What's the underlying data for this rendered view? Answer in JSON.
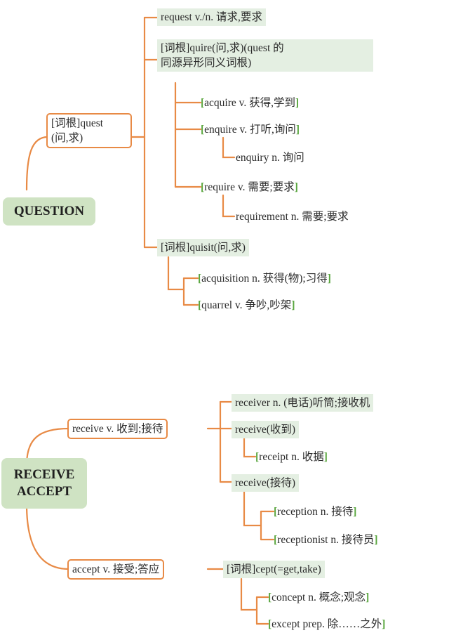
{
  "question": {
    "root": "QUESTION",
    "main": {
      "line1": "[词根]quest",
      "line2": "(问,求)"
    },
    "request": "request v./n. 请求,要求",
    "quire": {
      "line1": "[词根]quire(问,求)(quest 的",
      "line2": "同源异形同义词根)"
    },
    "acquire": "acquire v. 获得,学到",
    "enquire": "enquire v. 打听,询问",
    "enquiry": "enquiry n. 询问",
    "require": "require v. 需要;要求",
    "requirement": "requirement n. 需要;要求",
    "quisit": "[词根]quisit(问,求)",
    "acquisition": "acquisition n. 获得(物);习得",
    "quarrel": "quarrel v. 争吵,吵架"
  },
  "receive": {
    "root": {
      "line1": "RECEIVE",
      "line2": "ACCEPT"
    },
    "receive_v": "receive v. 收到;接待",
    "receiver": "receiver n. (电话)听筒;接收机",
    "receive_get": "receive(收到)",
    "receipt": "receipt n. 收据",
    "receive_host": "receive(接待)",
    "reception": "reception n. 接待",
    "receptionist": "receptionist n. 接待员",
    "accept_v": "accept v. 接受;答应",
    "cept": "[词根]cept(=get,take)",
    "concept": "concept n. 概念;观念",
    "except": "except prep. 除……之外"
  },
  "colors": {
    "line": "#e88a45",
    "root_bg": "#cfe3c3",
    "highlight_bg": "#e4efe2",
    "bracket": "#5aa63f"
  }
}
